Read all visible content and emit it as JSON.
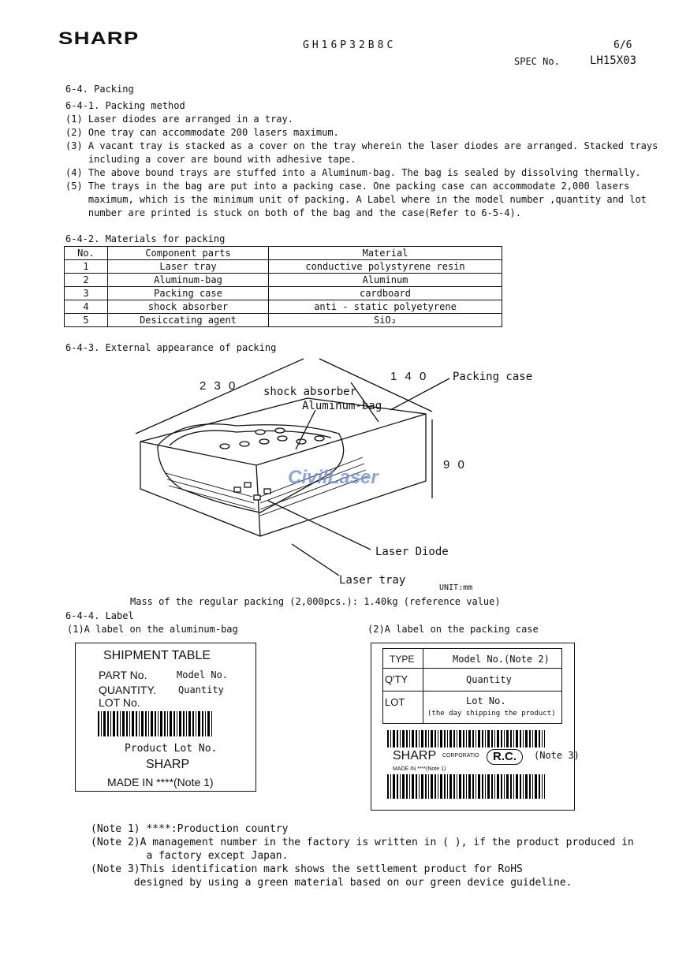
{
  "header": {
    "logo": "SHARP",
    "model": "GH16P32B8C",
    "page": "6/6",
    "spec_label": "SPEC No.",
    "spec_no": "LH15X03"
  },
  "section": {
    "title": "6-4. Packing",
    "method_title": "6-4-1. Packing method",
    "method_lines": [
      "(1) Laser diodes are arranged in a tray.",
      "(2) One tray can accommodate 200 lasers maximum.",
      "(3) A vacant tray is stacked as a cover on the tray wherein the laser diodes are arranged. Stacked trays",
      "    including a cover are bound with adhesive tape.",
      "(4) The above bound trays are stuffed into a Aluminum-bag. The bag is sealed by dissolving thermally.",
      "(5) The trays in the bag are put into a packing case. One packing case can accommodate 2,000 lasers",
      "    maximum, which is the minimum unit of packing. A Label where in the model number ,quantity and lot",
      "    number are printed is stuck on both of the bag and the case(Refer to 6-5-4)."
    ]
  },
  "materials": {
    "title": "6-4-2. Materials for packing",
    "headers": [
      "No.",
      "Component parts",
      "Material"
    ],
    "rows": [
      [
        "1",
        "Laser tray",
        "conductive polystyrene resin"
      ],
      [
        "2",
        "Aluminum-bag",
        "Aluminum"
      ],
      [
        "3",
        "Packing case",
        "cardboard"
      ],
      [
        "4",
        "shock absorber",
        "anti - static polyetyrene"
      ],
      [
        "5",
        "Desiccating agent",
        "SiO₂"
      ]
    ]
  },
  "appearance": {
    "title": "6-4-3. External appearance of packing",
    "dim_length": "2 3 0",
    "dim_width": "1 4 0",
    "dim_height": "9 0",
    "packing_case": "Packing case",
    "shock_absorber": "shock absorber",
    "aluminum_bag": "Aluminum-bag",
    "laser_diode": "Laser Diode",
    "laser_tray": "Laser tray",
    "unit": "UNIT:mm",
    "watermark": "CivilLaser",
    "mass": "Mass of the regular packing (2,000pcs.): 1.40kg (reference value)"
  },
  "label": {
    "title": "6-4-4. Label",
    "bag_caption": "(1)A label on the aluminum-bag",
    "case_caption": "(2)A label on the packing case",
    "bag": {
      "title": "SHIPMENT TABLE",
      "part_label": "PART No.",
      "part_value": "Model No.",
      "qty_label": "QUANTITY.",
      "qty_value": "Quantity",
      "lot_label": "LOT No.",
      "lot_value": "Product Lot No.",
      "brand": "SHARP",
      "made_in": "MADE IN ****(Note 1)"
    },
    "case": {
      "type_label": "TYPE",
      "type_value": "Model No.(Note 2)",
      "qty_label": "Q'TY",
      "qty_value": "Quantity",
      "lot_label": "LOT",
      "lot_value": "Lot No.",
      "lot_sub": "(the day shipping the product)",
      "brand": "SHARP",
      "corp": "CORPORATIO",
      "rc": "R.C.",
      "note3": "(Note 3)",
      "made_in": "MADE IN ****(Note 1)"
    }
  },
  "notes": [
    "(Note 1) ****:Production country",
    "(Note 2)A management number in the factory is written in ( ), if the product produced in",
    "         a factory except Japan.",
    "(Note 3)This identification mark shows the settlement product for RoHS",
    "       designed by using a green material based on our green device guideline."
  ]
}
